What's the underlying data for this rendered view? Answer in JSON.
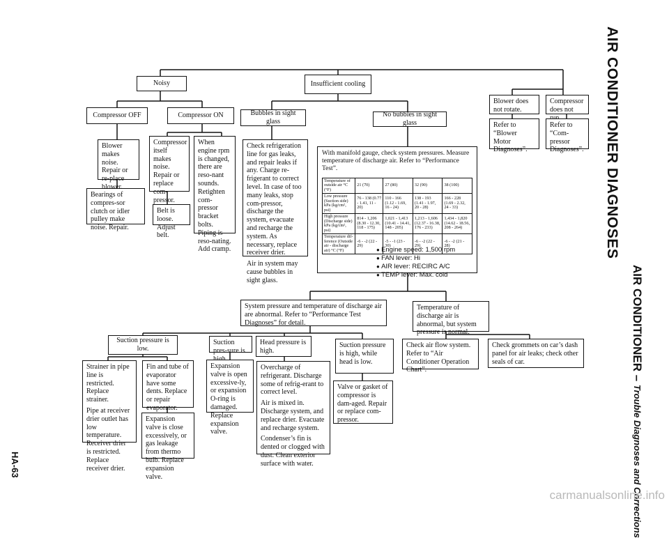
{
  "titles": {
    "main": "AIR CONDITIONER DIAGNOSES",
    "section": "AIR CONDITIONER –",
    "section_sub": "Trouble Diagnoses and Corrections",
    "page": "HA-63"
  },
  "boxes": {
    "insufficient": "Insufficient cooling",
    "noisy": "Noisy",
    "compressor_off": "Compressor OFF",
    "compressor_on": "Compressor ON",
    "bubbles": "Bubbles in sight glass",
    "no_bubbles": "No bubbles in sight glass",
    "blower_not_rotate": "Blower does not rotate.",
    "compressor_not_run": "Compressor does not run.",
    "refer_blower": "Refer to “Blower Motor Diagnoses”.",
    "refer_compressor": "Refer to “Com-pressor Diagnoses”.",
    "blower_noise": "Blower makes noise. Repair or re-place blower.",
    "bearings": "Bearings of compres-sor clutch or idler pulley make noise. Repair.",
    "compressor_itself": "Compressor itself makes noise. Repair or replace com-pressor.",
    "belt_loose": "Belt is loose. Adjust belt.",
    "engine_rpm": "When engine rpm is changed, there are reso-nant sounds. Retighten com-pressor bracket bolts. Piping is reso-nating. Add cramp.",
    "check_refrig_1": "Check refrigeration line for gas leaks, and repair leaks if any. Charge re-frigerant to correct level. In case of too many leaks, stop com-pressor, discharge the system, evacuate and recharge the system. As necessary, replace receiver drier.",
    "check_refrig_2": "Air in system may cause bubbles in sight glass.",
    "manifold": "With manifold gauge, check system pressures. Measure temperature of discharge air. Refer to “Performance Test”.",
    "system_pressure": "System pressure and temperature of discharge air are abnormal. Refer to “Performance Test Diagnoses” for detail.",
    "temp_abnormal": "Temperature of discharge air is abnormal, but system pressure is normal.",
    "suction_low": "Suction pressure is low.",
    "suction_high": "Suction pres-sure is high.",
    "head_high": "Head pressure is high.",
    "suction_high_head_low": "Suction pressure is high, while head is low.",
    "check_airflow": "Check air flow system. Refer to “Air Conditioner Operation Chart”.",
    "check_grommets": "Check grommets on car’s dash panel for air leaks; check other seals of car.",
    "strainer": [
      "Strainer in pipe line is restricted. Replace strainer.",
      "Pipe at receiver drier outlet has low temperature. Receiver drier is restricted. Replace receiver drier."
    ],
    "fin_tube": "Fin and tube of evaporator have some dents. Replace or repair evaporator.",
    "expansion_open": "Expansion valve is open excessive-ly, or expansion O-ring is damaged. Replace expansion valve.",
    "overcharge": [
      "Overcharge of refrigerant. Discharge some of refrig-erant to correct level.",
      "Air is mixed in. Discharge system, and replace drier. Evacuate and recharge system.",
      "Condenser’s fin is dented or clogged with dust. Clean exterior surface with water."
    ],
    "valve_gasket": "Valve or gasket of compressor is dam-aged. Repair or replace com-pressor.",
    "expansion_closed": "Expansion valve is close excessively, or gas leakage from thermo bulb. Replace expansion valve."
  },
  "performance_table": {
    "header": [
      "Temperature of outside air °C (°F)",
      "21 (70)",
      "27 (80)",
      "32 (90)",
      "38 (100)"
    ],
    "rows": [
      [
        "Low pressure (Suction side) kPa (kg/cm², psi)",
        "76 - 138 (0.77 - 1.41, 11 - 20)",
        "110 - 166 (1.12 - 1.69, 16 - 24)",
        "138 - 193 (1.41 - 1.97, 20 - 28)",
        "166 - 228 (1.69 - 2.32, 24 - 33)"
      ],
      [
        "High pressure (Discharge side) kPa (kg/cm², psi)",
        "814 - 1,206 (8.30 - 12.30, 118 - 175)",
        "1,021 - 1,413 (10.41 - 14.41, 148 - 205)",
        "1,213 - 1,606 (12.37 - 16.38, 176 - 233)",
        "1,434 - 1,820 (14.62 - 18.56, 208 - 264)"
      ],
      [
        "Temperature dif-ference (Outside air - discharge air) °C (°F)",
        "-6 - -2 (22 - 29)",
        "-5 - -1 (23 - 30)",
        "-6 - -2 (22 - 29)",
        "-6 - -2 (21 - 28)"
      ]
    ]
  },
  "conditions": [
    "Engine speed: 1,500 rpm",
    "FAN lever: Hi",
    "AIR lever: RECIRC A/C",
    "TEMP lever: Max. cold"
  ],
  "watermark": "carmanualsonline.info"
}
